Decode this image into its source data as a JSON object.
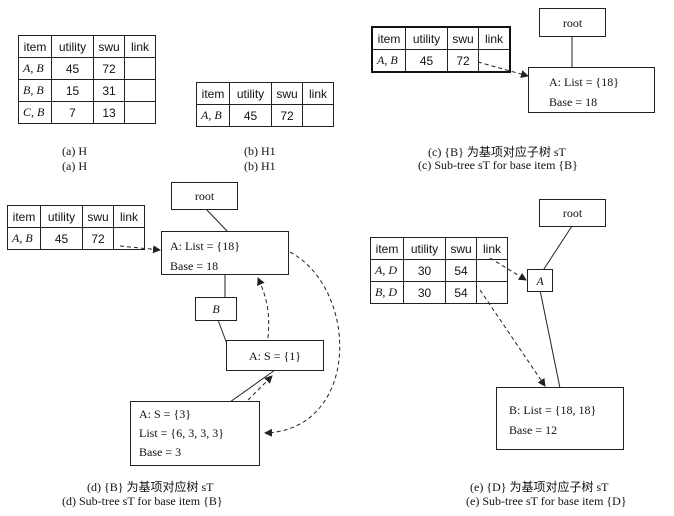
{
  "headers": [
    "item",
    "utility",
    "swu",
    "link"
  ],
  "panel_a": {
    "rows": [
      {
        "item": "A, B",
        "utility": "45",
        "swu": "72"
      },
      {
        "item": "B, B",
        "utility": "15",
        "swu": "31"
      },
      {
        "item": "C, B",
        "utility": "7",
        "swu": "13"
      }
    ],
    "caption1": "(a) H",
    "caption2": "(a) H"
  },
  "panel_b": {
    "rows": [
      {
        "item": "A, B",
        "utility": "45",
        "swu": "72"
      }
    ],
    "caption1": "(b) H1",
    "caption2": "(b) H1"
  },
  "panel_c": {
    "rows": [
      {
        "item": "A, B",
        "utility": "45",
        "swu": "72"
      }
    ],
    "root": "root",
    "node_line1": "A: List = {18}",
    "node_line2": "Base = 18",
    "caption1": "(c) {B} 为基项对应子树 sT",
    "caption2": "(c) Sub-tree sT for base item {B}"
  },
  "panel_d": {
    "rows": [
      {
        "item": "A, B",
        "utility": "45",
        "swu": "72"
      }
    ],
    "root": "root",
    "node_a_line1": "A: List = {18}",
    "node_a_line2": "Base = 18",
    "node_b": "B",
    "node_s": "A: S = {1}",
    "node_low_line1": "A: S = {3}",
    "node_low_line2": "List = {6, 3, 3, 3}",
    "node_low_line3": "Base = 3",
    "caption1": "(d) {B} 为基项对应树 sT",
    "caption2": "(d) Sub-tree sT for base item {B}"
  },
  "panel_e": {
    "rows": [
      {
        "item": "A, D",
        "utility": "30",
        "swu": "54"
      },
      {
        "item": "B, D",
        "utility": "30",
        "swu": "54"
      }
    ],
    "root": "root",
    "node_a": "A",
    "node_b_line1": "B: List = {18, 18}",
    "node_b_line2": "Base = 12",
    "caption1": "(e) {D} 为基项对应子树 sT",
    "caption2": "(e) Sub-tree sT for base item {D}"
  }
}
